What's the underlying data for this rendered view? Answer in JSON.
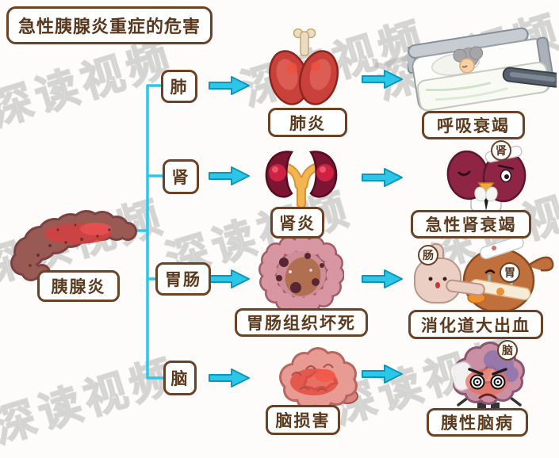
{
  "title": "急性胰腺炎重症的危害",
  "watermark": "深读视频",
  "colors": {
    "connector": "#2cc7e8",
    "connector_outline": "#0d96b8",
    "box_border": "#6b4226",
    "box_text": "#5b3a1e",
    "watermark": "#c8c8c8"
  },
  "source": {
    "label": "胰腺炎",
    "organ_icon": "pancreas-icon"
  },
  "rows": [
    {
      "branch": "肺",
      "middle": "肺炎",
      "result": "呼吸衰竭",
      "badges": []
    },
    {
      "branch": "肾",
      "middle": "肾炎",
      "result": "急性肾衰竭",
      "badges": [
        "肾"
      ]
    },
    {
      "branch": "胃肠",
      "middle": "胃肠组织坏死",
      "result": "消化道大出血",
      "badges": [
        "肠",
        "胃"
      ]
    },
    {
      "branch": "脑",
      "middle": "脑损害",
      "result": "胰性脑病",
      "badges": [
        "脑"
      ]
    }
  ]
}
